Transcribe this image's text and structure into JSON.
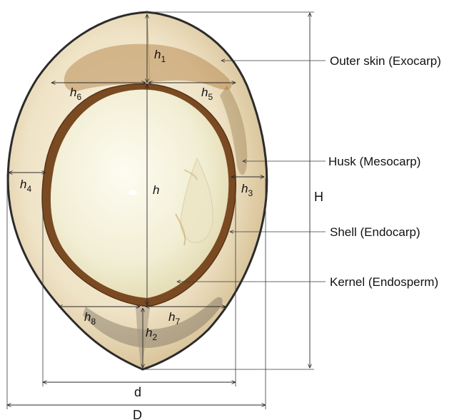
{
  "layer_labels": {
    "exocarp": "Outer skin (Exocarp)",
    "mesocarp": "Husk (Mesocarp)",
    "endocarp": "Shell (Endocarp)",
    "endosperm": "Kernel (Endosperm)"
  },
  "dimensions": {
    "height_total": "H",
    "kernel_height": "h",
    "diameter_inner": "d",
    "diameter_outer": "D",
    "h1": {
      "base": "h",
      "sub": "1"
    },
    "h2": {
      "base": "h",
      "sub": "2"
    },
    "h3": {
      "base": "h",
      "sub": "3"
    },
    "h4": {
      "base": "h",
      "sub": "4"
    },
    "h5": {
      "base": "h",
      "sub": "5"
    },
    "h6": {
      "base": "h",
      "sub": "6"
    },
    "h7": {
      "base": "h",
      "sub": "7"
    },
    "h8": {
      "base": "h",
      "sub": "8"
    }
  },
  "colors": {
    "husk": "#efe6cf",
    "husk_stain": "#9c6a2f",
    "exocarp_edge": "#2b2b2b",
    "shell": "#7a4a22",
    "kernel": "#f4f1dc",
    "kernel_highlight": "#ffffff"
  }
}
